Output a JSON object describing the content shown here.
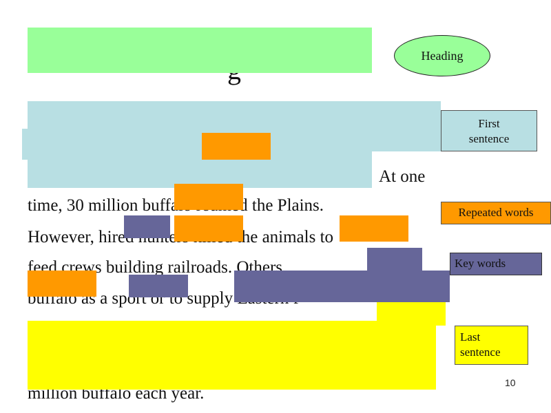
{
  "paragraph": {
    "heading_glyph": "g",
    "line_1_tail": "At one",
    "line_2": "time, 30 million buffalo roamed the Plains.",
    "line_3": "However, hired hunters killed the animals to",
    "line_4": "feed crews building railroads. Others",
    "line_5": "buffalo as a sport or to supply Eastern f",
    "line_6": "million buffalo each year."
  },
  "labels": {
    "heading": "Heading",
    "first_sentence": "First sentence",
    "repeated_words": "Repeated words",
    "key_words": "Key words",
    "last_sentence": "Last sentence"
  },
  "page_number": "10",
  "colors": {
    "heading": "#99ff99",
    "first_sentence": "#b8dfe3",
    "repeated_words": "#ff9900",
    "key_words": "#666699",
    "last_sentence": "#ffff00"
  }
}
